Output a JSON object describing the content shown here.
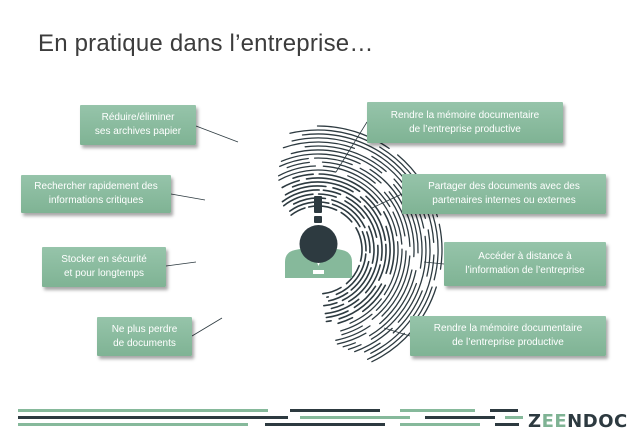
{
  "title": "En pratique dans l’entreprise…",
  "boxes": {
    "left1": "Réduire/éliminer\nses archives papier",
    "left2": "Rechercher rapidement des\ninformations critiques",
    "left3": "Stocker en sécurité\net pour longtemps",
    "left4": "Ne plus perdre\nde documents",
    "right1": "Rendre la mémoire documentaire\nde l’entreprise productive",
    "right2": "Partager des documents avec des\npartenaires internes ou externes",
    "right3": "Accéder à distance à\nl’information de l’entreprise",
    "right4": "Rendre la mémoire documentaire\nde l’entreprise productive"
  },
  "center_mark": "!",
  "logo": {
    "letters": [
      "Z",
      "E",
      "E",
      "N",
      "D",
      "O",
      "C"
    ]
  },
  "colors": {
    "title": "#3c3c3c",
    "box_fill": "#86b99b",
    "rings": "#2d3a40",
    "person": "#2d3a40",
    "person_shirt": "#86b99b",
    "exclamation": "#2d3a40",
    "bottom_lines_green": "#86b99b",
    "bottom_lines_dark": "#2d3a40"
  },
  "icons": [
    "person-icon",
    "exclamation-icon",
    "zeendoc-logo"
  ]
}
